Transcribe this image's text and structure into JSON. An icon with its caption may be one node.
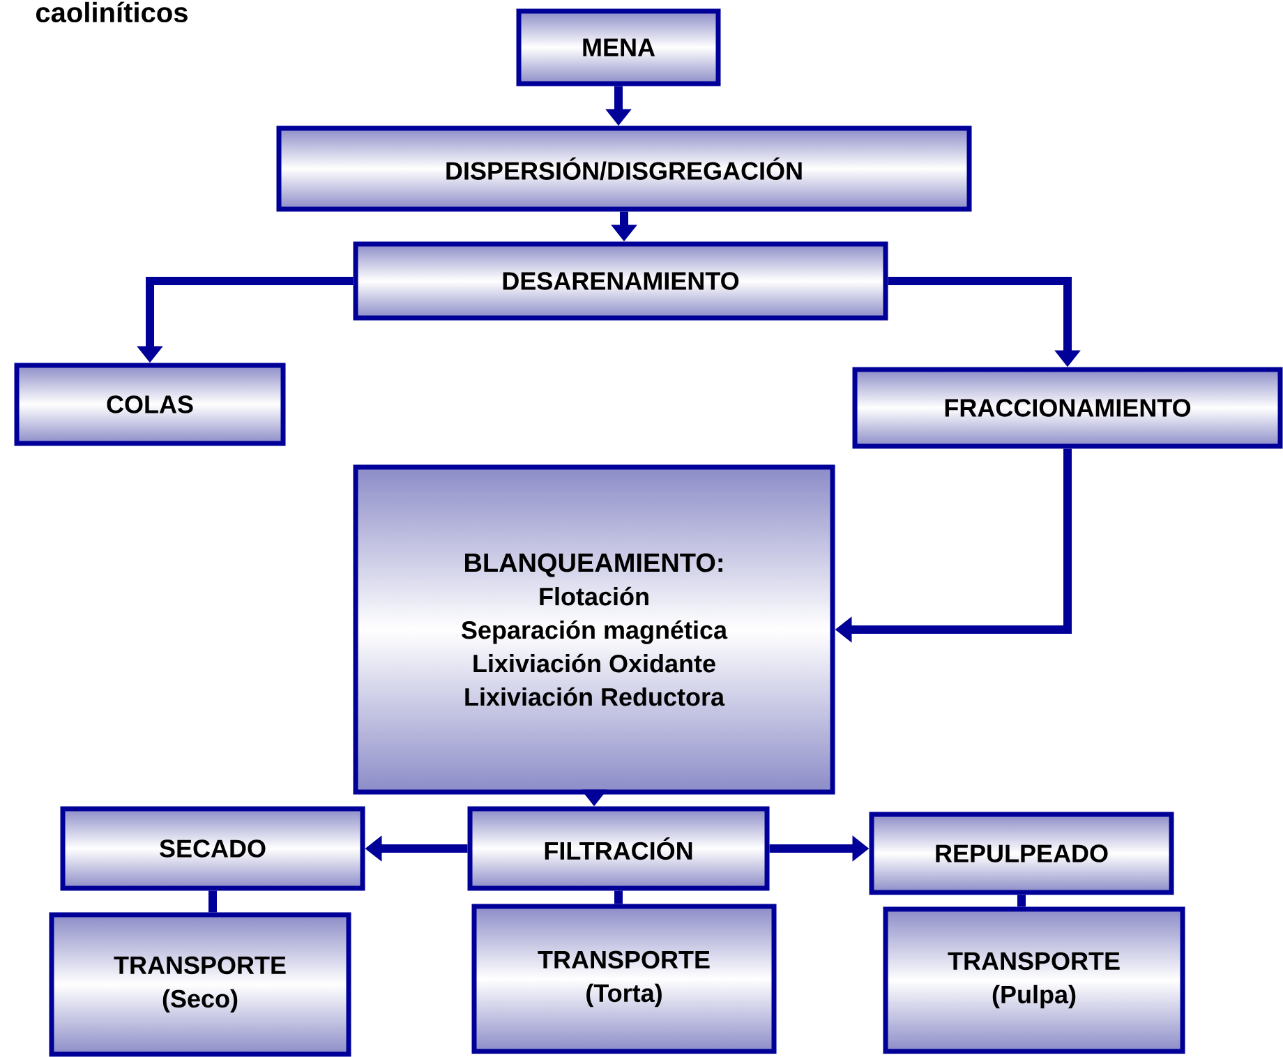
{
  "diagram": {
    "nodes": [
      {
        "text": [
          "MENA"
        ]
      },
      {
        "text": [
          "DISPERSIÓN/DISGREGACIÓN"
        ]
      },
      {
        "text": [
          "DESARENAMIENTO"
        ]
      },
      {
        "text": [
          "COLAS"
        ]
      },
      {
        "text": [
          "FRACCIONAMIENTO"
        ]
      },
      {
        "text": [
          "BLANQUEAMIENTO:",
          "Flotación",
          "Separación magnética",
          "Lixiviación Oxidante",
          "Lixiviación Reductora"
        ]
      },
      {
        "text": [
          "SECADO"
        ]
      },
      {
        "text": [
          "FILTRACIÓN"
        ]
      },
      {
        "text": [
          "REPULPEADO"
        ]
      },
      {
        "text": [
          "TRANSPORTE (Seco)"
        ]
      },
      {
        "text": [
          "TRANSPORTE (Torta)"
        ]
      },
      {
        "text": [
          "TRANSPORTE (Pulpa)"
        ]
      }
    ],
    "edges": [
      {
        "from": 0,
        "to": 1,
        "arrow": "to"
      },
      {
        "from": 1,
        "to": 2,
        "arrow": "to"
      },
      {
        "from": 2,
        "to": 3,
        "arrow": "to"
      },
      {
        "from": 2,
        "to": 4,
        "arrow": "to"
      },
      {
        "from": 4,
        "to": 5,
        "arrow": "to"
      },
      {
        "from": 5,
        "to": 7,
        "arrow": "to"
      },
      {
        "from": 7,
        "to": 6,
        "arrow": "to"
      },
      {
        "from": 7,
        "to": 8,
        "arrow": "to"
      },
      {
        "from": 6,
        "to": 9,
        "arrow": "none"
      },
      {
        "from": 7,
        "to": 10,
        "arrow": "none"
      },
      {
        "from": 8,
        "to": 11,
        "arrow": "none"
      }
    ],
    "labels": [
      "caoliníticos"
    ]
  }
}
